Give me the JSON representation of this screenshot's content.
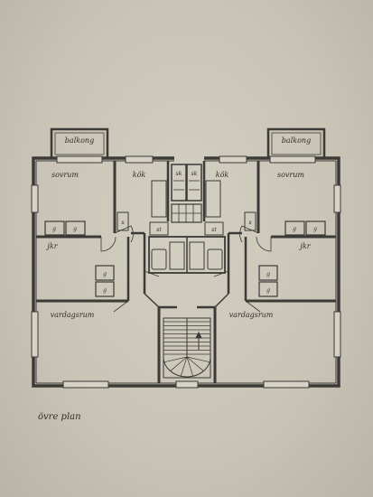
{
  "plan": {
    "caption": "övre plan",
    "rooms": {
      "balcony_left": "balkong",
      "balcony_right": "balkong",
      "bedroom_left": "sovrum",
      "bedroom_right": "sovrum",
      "kitchen_left": "kök",
      "kitchen_right": "kök",
      "hall_left": "jkr",
      "hall_right": "jkr",
      "living_left": "vardagsrum",
      "living_right": "vardagsrum"
    },
    "fixtures": {
      "shaft": "sk",
      "cabinet": "s",
      "wardrobe": "g",
      "stove": "st"
    }
  },
  "colors": {
    "paper": "#cdc8ba",
    "ink": "#3b3a36"
  }
}
